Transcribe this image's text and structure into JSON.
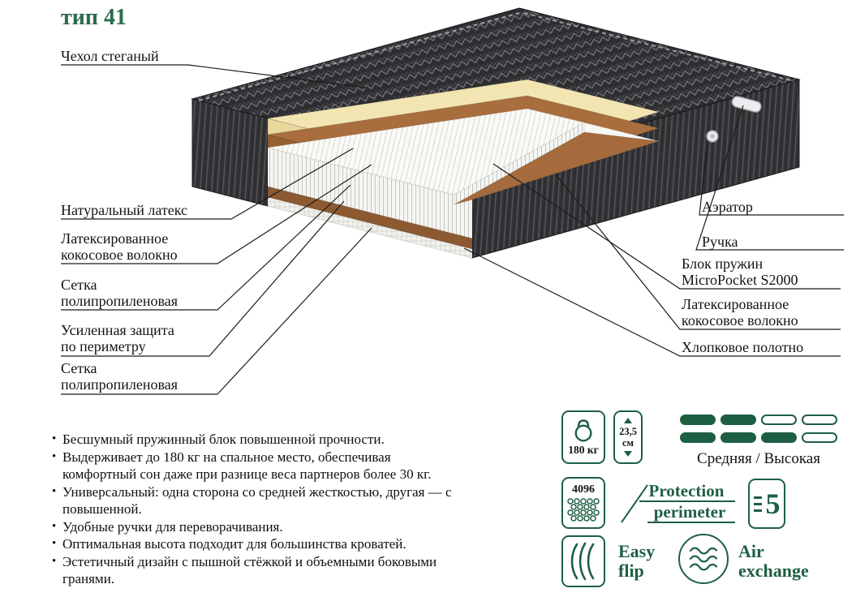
{
  "title": "тип 41",
  "colors": {
    "accent_green": "#1e5f43",
    "fabric_dark": "#2f2f32",
    "latex_cream": "#f3e5b2",
    "coir_brown": "#a86e3e",
    "springs_white": "#f7f7f4",
    "text_black": "#141414"
  },
  "diagram": {
    "labels_left": [
      {
        "lines": [
          "Чехол стеганый"
        ]
      },
      {
        "lines": [
          "Натуральный латекс"
        ]
      },
      {
        "lines": [
          "Латексированное",
          "кокосовое волокно"
        ]
      },
      {
        "lines": [
          "Сетка",
          "полипропиленовая"
        ]
      },
      {
        "lines": [
          "Усиленная защита",
          "по периметру"
        ]
      },
      {
        "lines": [
          "Сетка",
          "полипропиленовая"
        ]
      }
    ],
    "labels_right": [
      {
        "lines": [
          "Аэратор"
        ]
      },
      {
        "lines": [
          "Ручка"
        ]
      },
      {
        "lines": [
          "Блок пружин",
          "MicroPocket S2000"
        ]
      },
      {
        "lines": [
          "Латексированное",
          "кокосовое волокно"
        ]
      },
      {
        "lines": [
          "Хлопковое полотно"
        ]
      }
    ]
  },
  "features": [
    "Бесшумный пружинный блок повышенной прочности.",
    "Выдерживает до 180 кг на спальное место, обеспечивая комфортный сон даже при разнице веса партнеров более 30 кг.",
    "Универсальный: одна сторона со средней жесткостью, другая — с повышенной.",
    "Удобные ручки для переворачивания.",
    "Оптимальная высота подходит для большинства кроватей.",
    "Эстетичный дизайн с пышной стёжкой и объемными боковыми гранями."
  ],
  "specs": {
    "max_weight": "180 кг",
    "height_value": "23,5",
    "height_unit": "см",
    "firmness_label": "Средняя / Высокая",
    "firmness_rows": [
      [
        1,
        1,
        0,
        0
      ],
      [
        1,
        1,
        1,
        0
      ]
    ],
    "springs_count": "4096",
    "protection_line1": "Protection",
    "protection_line2": "perimeter",
    "warranty_years": "5",
    "easy_flip_line1": "Easy",
    "easy_flip_line2": "flip",
    "air_line1": "Air",
    "air_line2": "exchange"
  }
}
